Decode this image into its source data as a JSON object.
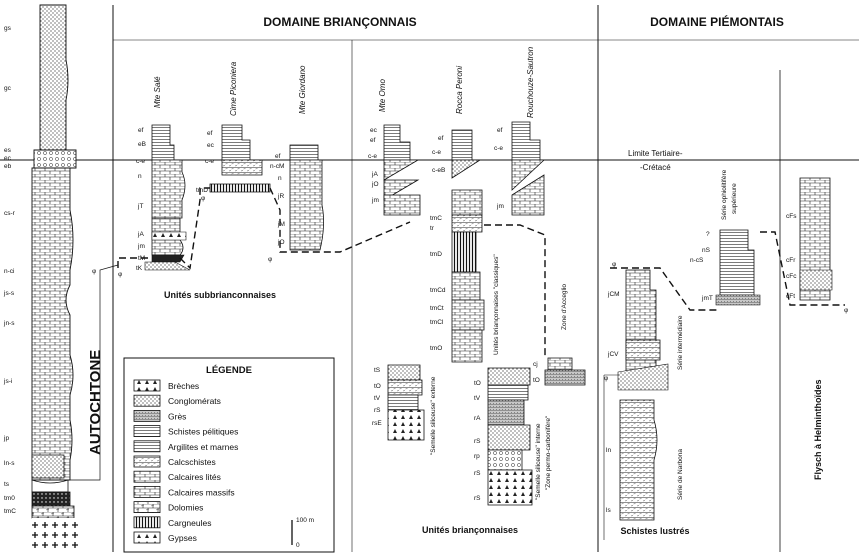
{
  "headers": {
    "brianconnais": "DOMAINE BRIANÇONNAIS",
    "piemontais": "DOMAINE PIÉMONTAIS"
  },
  "autochtone": "AUTOCHTONE",
  "columns": [
    "Mte Salé",
    "Cime Piconiera",
    "Mte Giordano",
    "Mte Omo",
    "Rocca Peroni",
    "Rouchouze-Sautron"
  ],
  "limit": {
    "line1": "Limite Tertiaire-",
    "line2": "-Crétacé"
  },
  "units": {
    "subbrianconnaises": "Unités subbrianconnaises",
    "brianconnaises": "Unités briançonnaises",
    "schistes_lustres": "Schistes lustrés",
    "classiques": "Unités briançonnaises \"classiques\"",
    "acceglio": "Zone d'Acceglio",
    "semelle_externe": "\"Semelle siliceuse\" externe",
    "semelle_interne": "\"Semelle siliceuse\" interne",
    "permo": "\"Zone permo-carbonifère\"",
    "serie_intermediaire": "Série intermédiaire",
    "serie_ophiolitifere_1": "Série ophiolitifère",
    "serie_ophiolitifere_2": "supérieure",
    "serie_narbona": "Série de Narbona",
    "flysch": "Flysch à Helminthoïdes"
  },
  "legend": {
    "title": "LÉGENDE",
    "items": [
      "Brèches",
      "Conglomérats",
      "Grès",
      "Schistes pélitiques",
      "Argilites et marnes",
      "Calcschistes",
      "Calcaires lités",
      "Calcaires massifs",
      "Dolomies",
      "Cargneules",
      "Gypses"
    ],
    "scale_top": "100 m",
    "scale_bottom": "0"
  },
  "strat_labels": {
    "autochtone": [
      "gs",
      "gc",
      "es",
      "ec",
      "eb",
      "cs-r",
      "n-ci",
      "js-s",
      "jn-s",
      "js-i",
      "jp",
      "ln-s",
      "ts",
      "tm0",
      "tmC"
    ],
    "mte_sale": [
      "ef",
      "eB",
      "c-e",
      "n",
      "jT",
      "jA",
      "jm",
      "tM",
      "tK"
    ],
    "cime_piconiera": [
      "ef",
      "ec",
      "c-e",
      "tmD"
    ],
    "mte_giordano": [
      "ef",
      "n-cM",
      "n",
      "jR",
      "jM",
      "jO"
    ],
    "mte_omo": [
      "ec",
      "ef",
      "c-e",
      "jA",
      "jO",
      "jm"
    ],
    "rocca_peroni": [
      "ef",
      "c-e",
      "c-eB",
      "tmC",
      "tr",
      "tmD",
      "tmCd",
      "tmCl",
      "tmCt",
      "tmO"
    ],
    "rouchouze": [
      "ef",
      "c-e",
      "jm",
      "cj",
      "tO"
    ],
    "semelle_ext": [
      "tS",
      "tO",
      "tV",
      "rS",
      "rsE"
    ],
    "semelle_int": [
      "tO",
      "tV",
      "rA",
      "rS",
      "rp",
      "rS",
      "rS"
    ],
    "intermediaire": [
      "jCM",
      "jCV"
    ],
    "narbona": [
      "ln",
      "ls"
    ],
    "ophiolitifere": [
      "nS",
      "n-cS",
      "jmT"
    ],
    "flysch": [
      "cFs",
      "cFr",
      "cFc",
      "cFt"
    ]
  }
}
